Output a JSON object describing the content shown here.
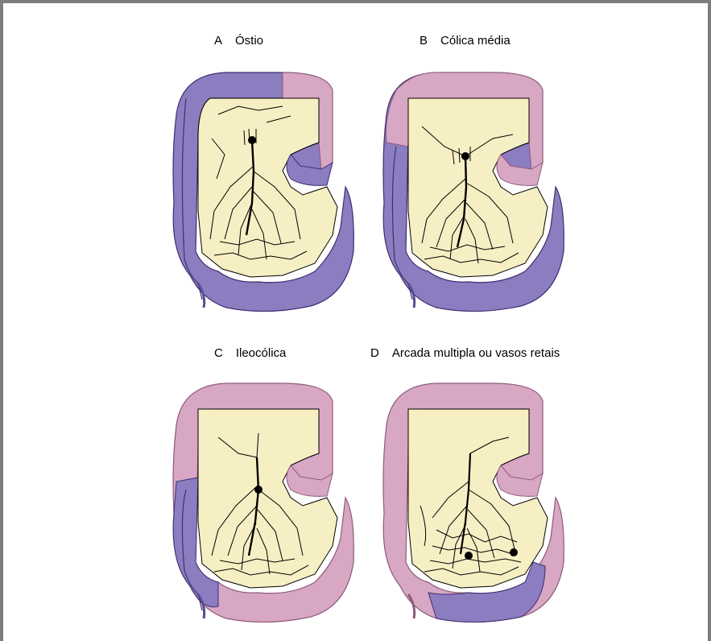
{
  "panels": [
    {
      "letter": "A",
      "title": "Óstio"
    },
    {
      "letter": "B",
      "title": "Cólica média"
    },
    {
      "letter": "C",
      "title": "Ileocólica"
    },
    {
      "letter": "D",
      "title": "Arcada multipla ou vasos retais"
    }
  ],
  "colors": {
    "mesentery": "#f7efc4",
    "purple_segment": "#8c7cc0",
    "purple_dark": "#5a4b93",
    "pink_segment": "#d8a7c4",
    "pink_dark": "#b07898",
    "vessel": "#000000",
    "frame": "#7d7d7d"
  }
}
